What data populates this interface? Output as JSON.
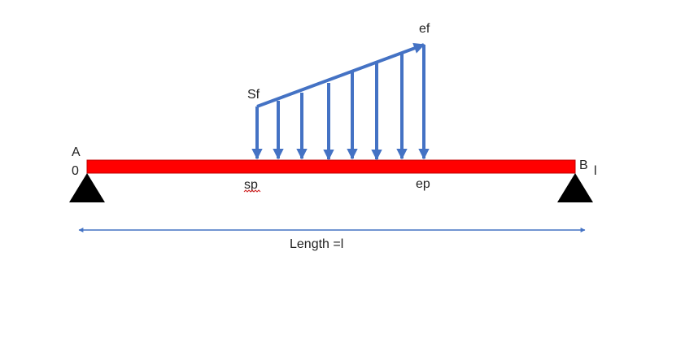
{
  "labels": {
    "end_force": "ef",
    "start_force": "Sf",
    "support_a": "A",
    "origin": "0",
    "support_b": "B",
    "end_length": "l",
    "start_point": "sp",
    "end_point": "ep",
    "length": "Length =l"
  },
  "load": {
    "arrow_count": 8,
    "start_magnitude": "Sf",
    "end_magnitude": "ef",
    "distribution": "linearly increasing"
  },
  "colors": {
    "beam": "#ff0000",
    "beam_outline": "#c00000",
    "arrows": "#4472c4",
    "supports": "#000000",
    "text": "#222222"
  },
  "icons": {
    "support_a": "triangle-support-icon",
    "support_b": "triangle-support-icon"
  }
}
